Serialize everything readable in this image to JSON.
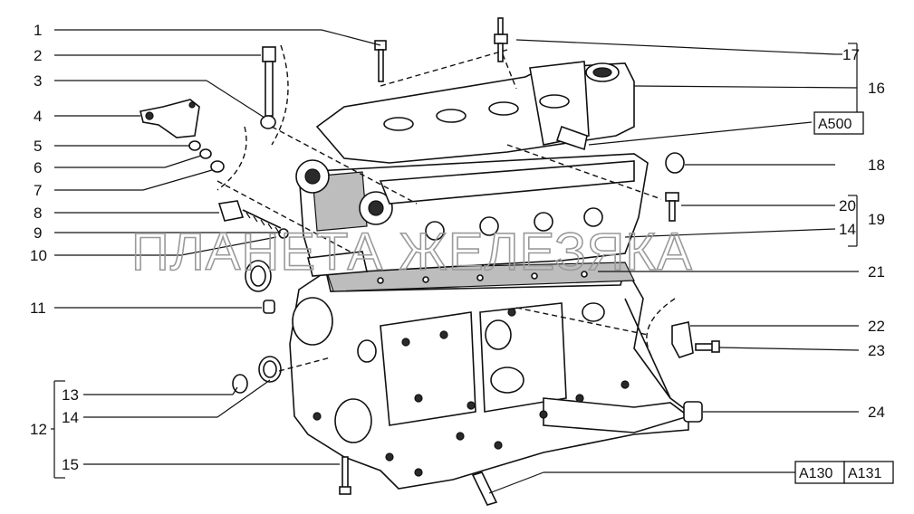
{
  "callouts_left": [
    "1",
    "2",
    "3",
    "4",
    "5",
    "6",
    "7",
    "8",
    "9",
    "10",
    "11",
    "12",
    "13",
    "14",
    "15"
  ],
  "callouts_right": [
    "17",
    "16",
    "18",
    "20",
    "19",
    "14",
    "21",
    "22",
    "23",
    "24"
  ],
  "reference_boxes": [
    "A500",
    "A130",
    "A131"
  ],
  "watermark": "ПЛАНЕТА ЖЕЛЕЗЯКА"
}
